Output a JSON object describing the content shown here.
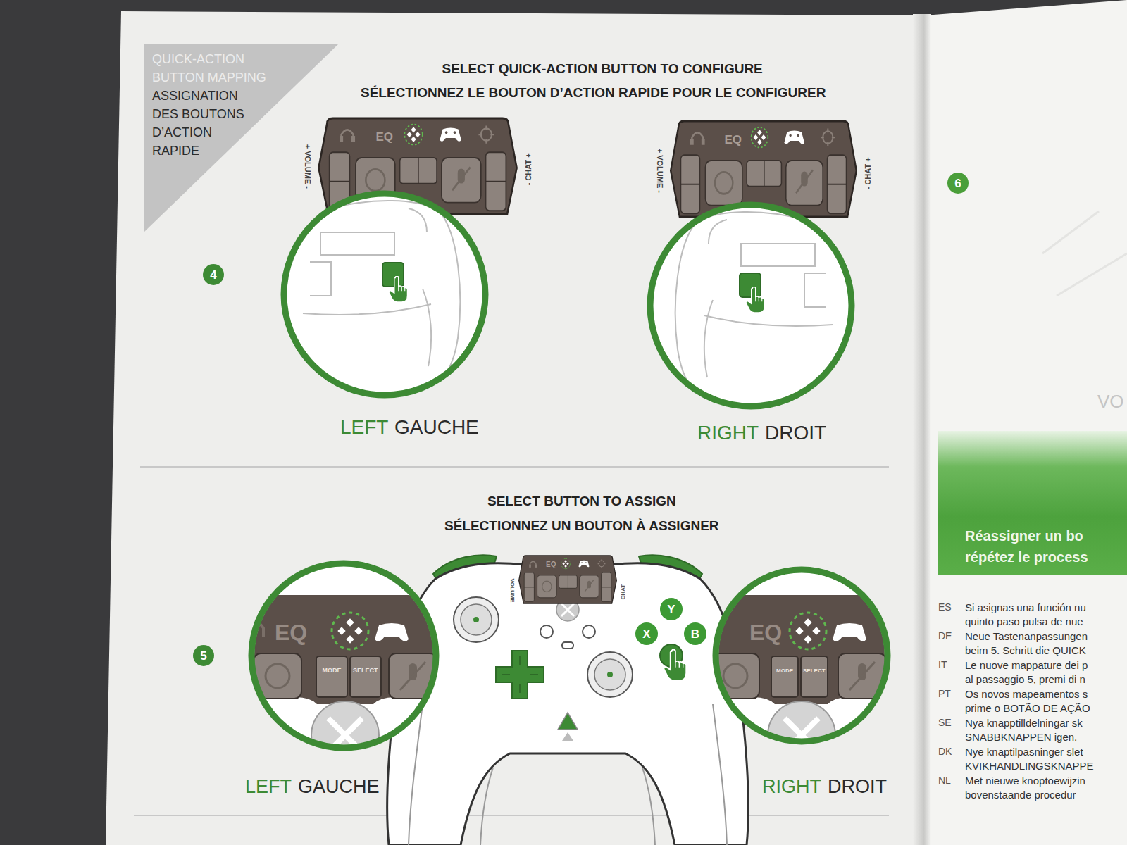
{
  "diagram": {
    "nodes": [
      {
        "text": [
          "QUICK-ACTION BUTTON MAPPING",
          "ASSIGNATION DES BOUTONS D’ACTION RAPIDE"
        ]
      },
      {
        "text": [
          "4"
        ]
      },
      {
        "text": [
          "5"
        ]
      },
      {
        "text": [
          "Y"
        ]
      },
      {
        "text": [
          "X"
        ]
      },
      {
        "text": [
          "B"
        ]
      },
      {
        "text": [
          "6"
        ]
      },
      {
        "text": [
          "Réassigner un bo",
          "répétez le process"
        ]
      }
    ],
    "labels": [
      "SELECT QUICK-ACTION BUTTON TO CONFIGURE",
      "SÉLECTIONNEZ LE BOUTON D’ACTION RAPIDE POUR LE CONFIGURER",
      "EQ",
      "+ VOLUME -",
      "- CHAT +",
      "EQ",
      "+ VOLUME -",
      "- CHAT +",
      "LEFT",
      "GAUCHE",
      "RIGHT",
      "DROIT",
      "SELECT BUTTON TO ASSIGN",
      "SÉLECTIONNEZ UN BOUTON À ASSIGNER",
      "EQ",
      "MODE",
      "SELECT",
      "EQ",
      "VOLUME",
      "CHAT",
      "EQ",
      "MODE",
      "SELECT",
      "LEFT",
      "GAUCHE",
      "RIGHT",
      "DROIT",
      "VO",
      "ES",
      "Si asignas una función nu",
      "quinto paso pulsa de nue",
      "DE",
      "Neue Tastenanpassungen",
      "beim 5. Schritt die QUICK",
      "IT",
      "Le nuove mappature dei p",
      "al passaggio 5, premi di n",
      "PT",
      "Os novos mapeamentos s",
      "prime o BOTÃO DE AÇÃO",
      "SE",
      "Nya knapptilldelningar sk",
      "SNABBKNAPPEN igen.",
      "DK",
      "Nye knaptilpasninger slet",
      "KVIKHANDLINGSKNAPPE",
      "NL",
      "Met nieuwe knoptoewijzin",
      "bovenstaande procedur"
    ]
  }
}
